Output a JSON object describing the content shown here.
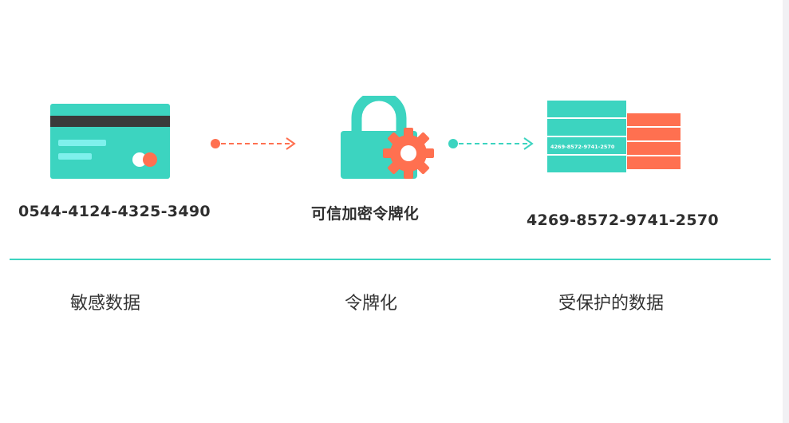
{
  "colors": {
    "teal": "#3cd4c0",
    "orange": "#ff7050",
    "dark": "#333333"
  },
  "stages": [
    {
      "icon": "credit-card-icon",
      "value": "0544-4124-4325-3490",
      "label": "敏感数据"
    },
    {
      "icon": "lock-gear-icon",
      "value": "可信加密令牌化",
      "label": "令牌化"
    },
    {
      "icon": "protected-data-icon",
      "value": "4269-8572-9741-2570",
      "label": "受保护的数据",
      "inner_text": "4269-8572-9741-2570"
    }
  ],
  "arrows": [
    {
      "icon": "arrow-right-icon",
      "color": "#ff7050"
    },
    {
      "icon": "arrow-right-icon",
      "color": "#3cd4c0"
    }
  ]
}
